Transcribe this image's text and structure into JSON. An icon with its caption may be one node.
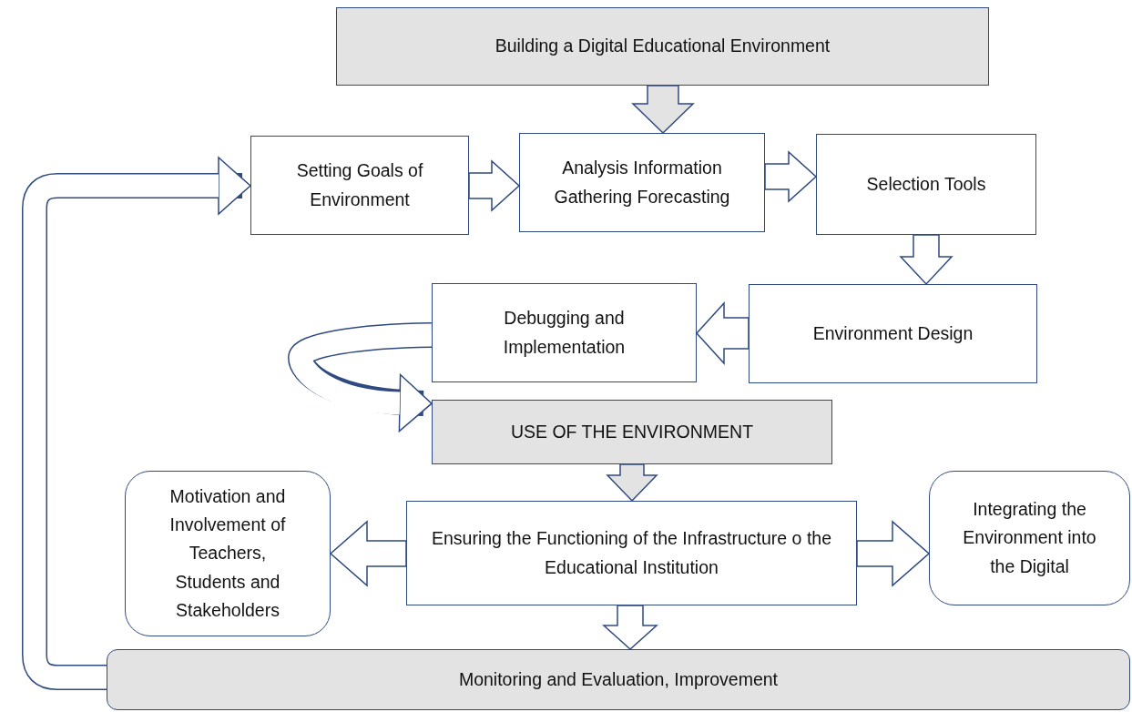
{
  "diagram": {
    "nodes": [
      {
        "text": [
          "Building a Digital Educational Environment"
        ]
      },
      {
        "text": [
          "Setting Goals of Environment"
        ]
      },
      {
        "text": [
          "Analysis Information Gathering Forecasting"
        ]
      },
      {
        "text": [
          "Selection Tools"
        ]
      },
      {
        "text": [
          "Environment Design"
        ]
      },
      {
        "text": [
          "Debugging and Implementation"
        ]
      },
      {
        "text": [
          "USE OF THE ENVIRONMENT"
        ]
      },
      {
        "text": [
          "Motivation and Involvement of Teachers, Students and Stakeholders"
        ]
      },
      {
        "text": [
          "Ensuring the Functioning of the Infrastructure o the Educational Institution"
        ]
      },
      {
        "text": [
          "Integrating the Environment into the Digital"
        ]
      },
      {
        "text": [
          "Monitoring and Evaluation, Improvement"
        ]
      }
    ],
    "edges": [
      {
        "from": 0,
        "to": 2,
        "arrow": "to",
        "color": "#e3e3e3"
      },
      {
        "from": 1,
        "to": 2,
        "arrow": "to"
      },
      {
        "from": 2,
        "to": 3,
        "arrow": "to"
      },
      {
        "from": 3,
        "to": 4,
        "arrow": "to"
      },
      {
        "from": 4,
        "to": 5,
        "arrow": "to"
      },
      {
        "from": 5,
        "to": 6,
        "arrow": "to"
      },
      {
        "from": 6,
        "to": 8,
        "arrow": "to",
        "color": "#e3e3e3"
      },
      {
        "from": 8,
        "to": 7,
        "arrow": "to"
      },
      {
        "from": 8,
        "to": 9,
        "arrow": "to"
      },
      {
        "from": 8,
        "to": 10,
        "arrow": "to"
      },
      {
        "from": 10,
        "to": 1,
        "arrow": "to"
      }
    ]
  }
}
